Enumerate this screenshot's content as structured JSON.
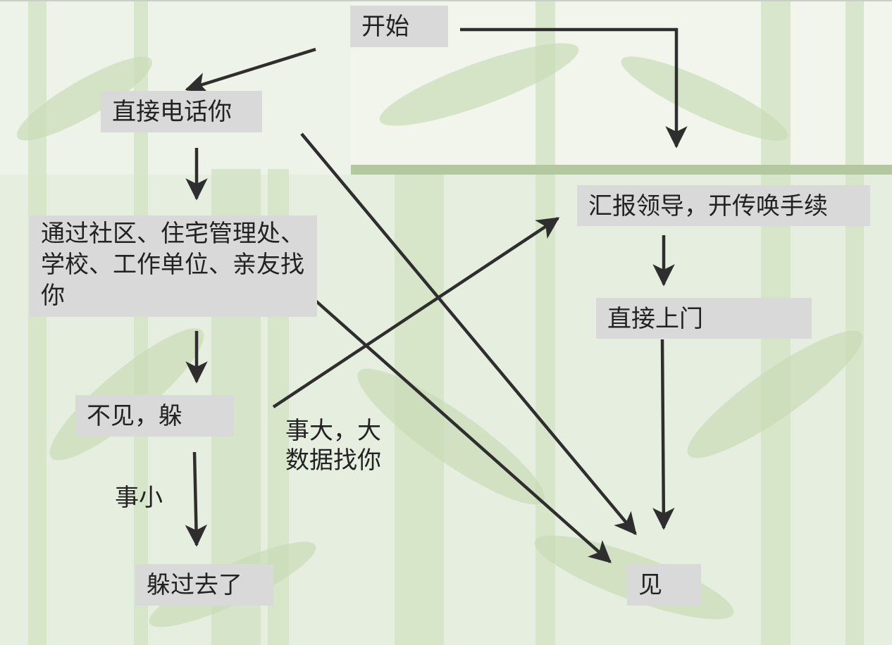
{
  "nodes": {
    "start": "开始",
    "call_direct": "直接电话你",
    "find_via_contacts": "通过社区、住宅管理处、学校、工作单位、亲友找你",
    "report_leader": "汇报领导，开传唤手续",
    "visit_door": "直接上门",
    "hide": "不见，躲",
    "escaped": "躲过去了",
    "meet": "见"
  },
  "edge_labels": {
    "big_matter": "事大，大数据找你",
    "small_matter": "事小"
  },
  "colors": {
    "node_fill": "#d9d9d9",
    "arrow": "#2e2e2e",
    "background": "#e6efdf",
    "band": "#b3c89e"
  }
}
